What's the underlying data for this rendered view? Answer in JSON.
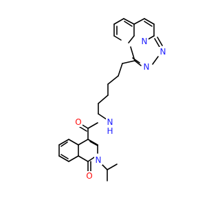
{
  "structure": {
    "atoms": {
      "pyridine_n": {
        "symbol": "N",
        "color": "#2020ff"
      },
      "triazole_n_upper": {
        "symbol": "N",
        "color": "#2020ff"
      },
      "triazole_n_lower": {
        "symbol": "N",
        "color": "#2020ff"
      },
      "amide_nh": {
        "symbol": "N",
        "h": "H",
        "color": "#2020ff"
      },
      "amide_o": {
        "symbol": "O",
        "color": "#ff0d0d"
      },
      "ring_n": {
        "symbol": "N",
        "color": "#2020ff"
      },
      "ketone_o": {
        "symbol": "O",
        "color": "#ff0d0d"
      }
    },
    "colors": {
      "bond": "#000000",
      "nitrogen": "#2020ff",
      "oxygen": "#ff0d0d",
      "background": "#ffffff"
    }
  }
}
